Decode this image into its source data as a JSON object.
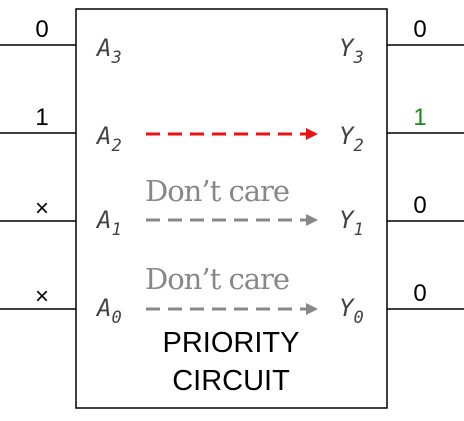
{
  "colors": {
    "active_arrow": "#ee1111",
    "inactive_arrow": "#888888",
    "active_output": "#1a8a1a",
    "line": "#000000"
  },
  "inputs": [
    {
      "value": "0",
      "pin": "A",
      "index": "3"
    },
    {
      "value": "1",
      "pin": "A",
      "index": "2"
    },
    {
      "value": "×",
      "pin": "A",
      "index": "1"
    },
    {
      "value": "×",
      "pin": "A",
      "index": "0"
    }
  ],
  "outputs": [
    {
      "value": "0",
      "pin": "Y",
      "index": "3"
    },
    {
      "value": "1",
      "pin": "Y",
      "index": "2"
    },
    {
      "value": "0",
      "pin": "Y",
      "index": "1"
    },
    {
      "value": "0",
      "pin": "Y",
      "index": "0"
    }
  ],
  "notes": {
    "row1": "Don’t care",
    "row0": "Don’t care"
  },
  "title": {
    "line1": "PRIORITY",
    "line2": "CIRCUIT"
  }
}
